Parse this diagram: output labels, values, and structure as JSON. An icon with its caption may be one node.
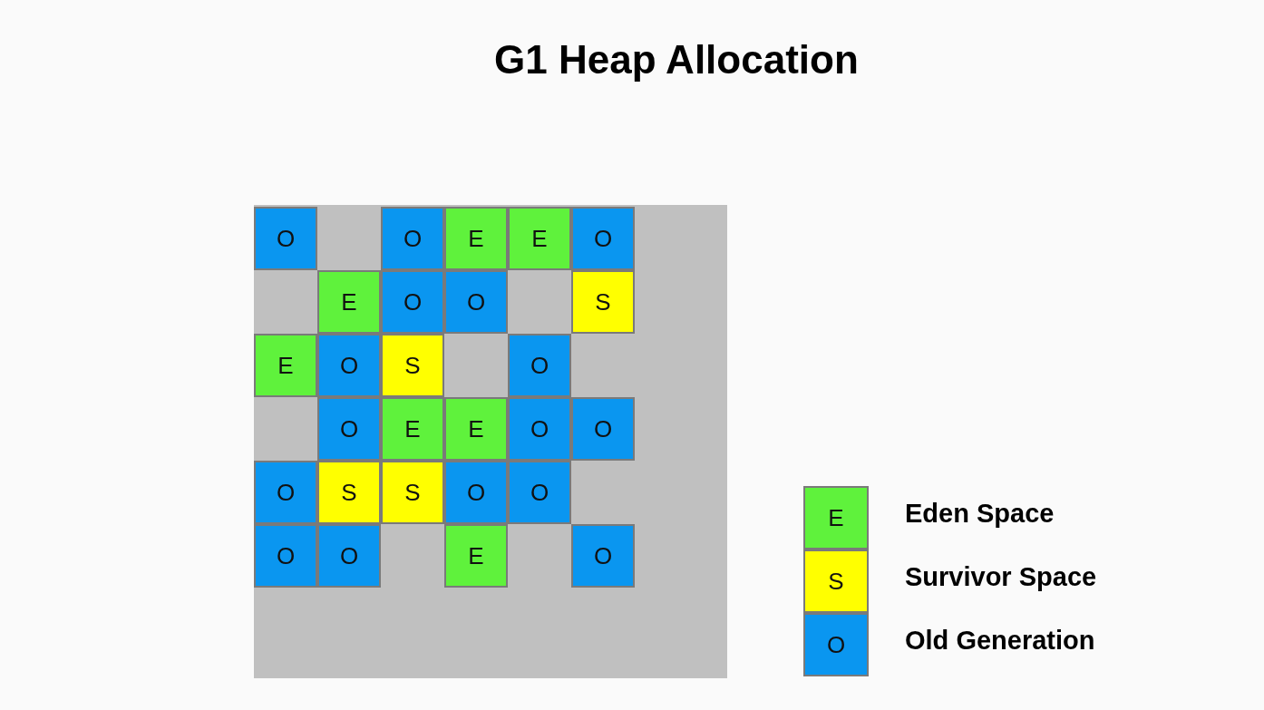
{
  "diagram": {
    "title": "G1 Heap Allocation",
    "nodes": [
      {
        "text": [],
        "shape": "box"
      },
      {
        "text": [
          "O"
        ],
        "in": 0
      },
      {
        "text": [
          "O"
        ],
        "in": 0
      },
      {
        "text": [
          "E"
        ],
        "in": 0
      },
      {
        "text": [
          "E"
        ],
        "in": 0
      },
      {
        "text": [
          "O"
        ],
        "in": 0
      },
      {
        "text": [
          "E"
        ],
        "in": 0
      },
      {
        "text": [
          "O"
        ],
        "in": 0
      },
      {
        "text": [
          "O"
        ],
        "in": 0
      },
      {
        "text": [
          "S"
        ],
        "in": 0
      },
      {
        "text": [
          "E"
        ],
        "in": 0
      },
      {
        "text": [
          "O"
        ],
        "in": 0
      },
      {
        "text": [
          "S"
        ],
        "in": 0
      },
      {
        "text": [
          "O"
        ],
        "in": 0
      },
      {
        "text": [
          "O"
        ],
        "in": 0
      },
      {
        "text": [
          "E"
        ],
        "in": 0
      },
      {
        "text": [
          "E"
        ],
        "in": 0
      },
      {
        "text": [
          "O"
        ],
        "in": 0
      },
      {
        "text": [
          "O"
        ],
        "in": 0
      },
      {
        "text": [
          "O"
        ],
        "in": 0
      },
      {
        "text": [
          "S"
        ],
        "in": 0
      },
      {
        "text": [
          "S"
        ],
        "in": 0
      },
      {
        "text": [
          "O"
        ],
        "in": 0
      },
      {
        "text": [
          "O"
        ],
        "in": 0
      },
      {
        "text": [
          "O"
        ],
        "in": 0
      },
      {
        "text": [
          "O"
        ],
        "in": 0
      },
      {
        "text": [
          "E"
        ],
        "in": 0
      },
      {
        "text": [
          "O"
        ],
        "in": 0
      }
    ],
    "edges": [],
    "labels": [
      "E",
      "S",
      "O"
    ],
    "legend": [
      {
        "text": "Eden Space",
        "color": "#5ff23c"
      },
      {
        "text": "Survivor Space",
        "color": "#ffff00"
      },
      {
        "text": "Old Generation",
        "color": "#0a96f0"
      }
    ]
  }
}
